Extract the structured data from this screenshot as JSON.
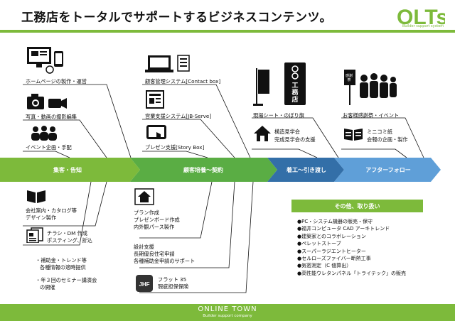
{
  "header": {
    "title": "工務店をトータルでサポートするビジネスコンテンツ。",
    "logo_text": "OLTs",
    "logo_sub": "Builder support system"
  },
  "upper": {
    "col1": [
      {
        "label": "ホームページの製作・運営"
      },
      {
        "label": "写真・動画の撮影編集"
      },
      {
        "label": "イベント企画・手配"
      }
    ],
    "col2": [
      {
        "label": "顧客管理システム[Contact box]"
      },
      {
        "label": "営業支援システム[JB-Serve]"
      },
      {
        "label": "プレゼン支援[Story Box]"
      }
    ],
    "col3": [
      {
        "label": "現場シート・のぼり旗"
      },
      {
        "label_1": "構造見学会",
        "label_2": "完成見学会の支援"
      }
    ],
    "col4": [
      {
        "label": "お客様感謝祭・イベント"
      },
      {
        "label_1": "ミニコミ紙",
        "label_2": "会報の企画・製作"
      }
    ],
    "banner_text": "工務店",
    "sign_text": "感謝祭"
  },
  "stages": [
    {
      "label": "集客・告知",
      "color": "#7dba3b"
    },
    {
      "label": "顧客培養〜契約",
      "color": "#5aad44"
    },
    {
      "label": "着工〜引き渡し",
      "color": "#336fa8"
    },
    {
      "label": "アフターフォロー",
      "color": "#5f9fd8"
    }
  ],
  "lower": {
    "a1_1": "会社案内・カタログ等",
    "a1_2": "デザイン製作",
    "a2_1": "チラシ・DM 作成",
    "a2_2": "ポスティング、折込",
    "a3_1": "・補助金・トレンド等",
    "a3_2": "各種情報の適時提供",
    "a4_1": "・年３回のセミナー講演会",
    "a4_2": "の開催",
    "b1_1": "プラン作成",
    "b1_2": "プレゼンボード作成",
    "b1_3": "内外観パース製作",
    "b2_1": "設計支援",
    "b2_2": "長期優良住宅申請",
    "b2_3": "各種補助金申請のサポート",
    "b3_1": "フラット 35",
    "b3_2": "瑕疵担保保険",
    "flat_icon_text": "JHF"
  },
  "other": {
    "heading": "その他、取り扱い",
    "items": [
      "●PC・システム機器の販売・保守",
      "●福井コンピュータ CAD アーキトレンド",
      "●建築家とのコラボレーション",
      "●ペレットストーブ",
      "●スーパーラジエントヒーター",
      "●セルローズファイバー断熱工事",
      "●気密測定（C 値算出）",
      "●高性能ウレタンパネル「トライテック」の販売"
    ]
  },
  "footer": {
    "brand": "ONLINE TOWN",
    "sub": "Builder support company"
  }
}
